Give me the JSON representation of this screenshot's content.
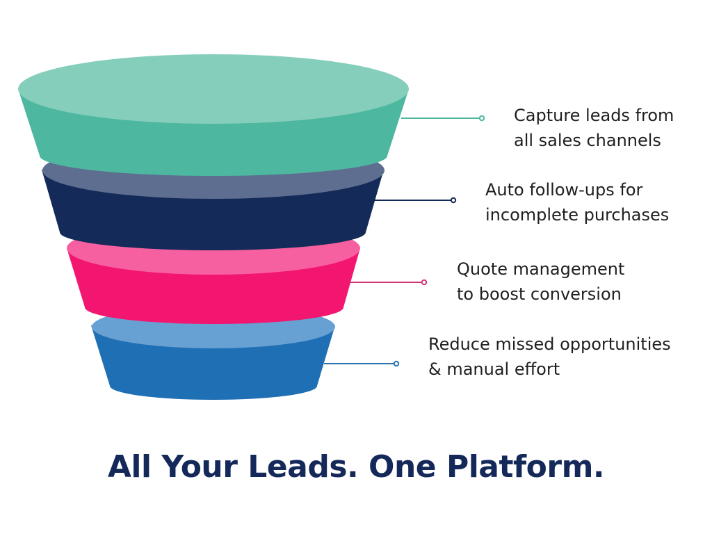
{
  "stages": [
    {
      "lines": [
        "Capture leads from",
        "all sales channels"
      ],
      "colors": {
        "top": "#86cebc",
        "body": "#4eb79f",
        "accent": "#4eb79f"
      }
    },
    {
      "lines": [
        "Auto follow-ups for",
        "incomplete purchases"
      ],
      "colors": {
        "top": "#5d6e90",
        "body": "#142a58",
        "accent": "#142a58"
      }
    },
    {
      "lines": [
        "Quote management",
        "to boost conversion"
      ],
      "colors": {
        "top": "#f65fa0",
        "body": "#f31670",
        "accent": "#d1377b"
      }
    },
    {
      "lines": [
        "Reduce missed opportunities",
        "& manual effort"
      ],
      "colors": {
        "top": "#67a1d3",
        "body": "#1f6fb4",
        "accent": "#2c72ad"
      }
    }
  ],
  "headline": "All Your Leads. One Platform.",
  "headline_color": "#14295a"
}
